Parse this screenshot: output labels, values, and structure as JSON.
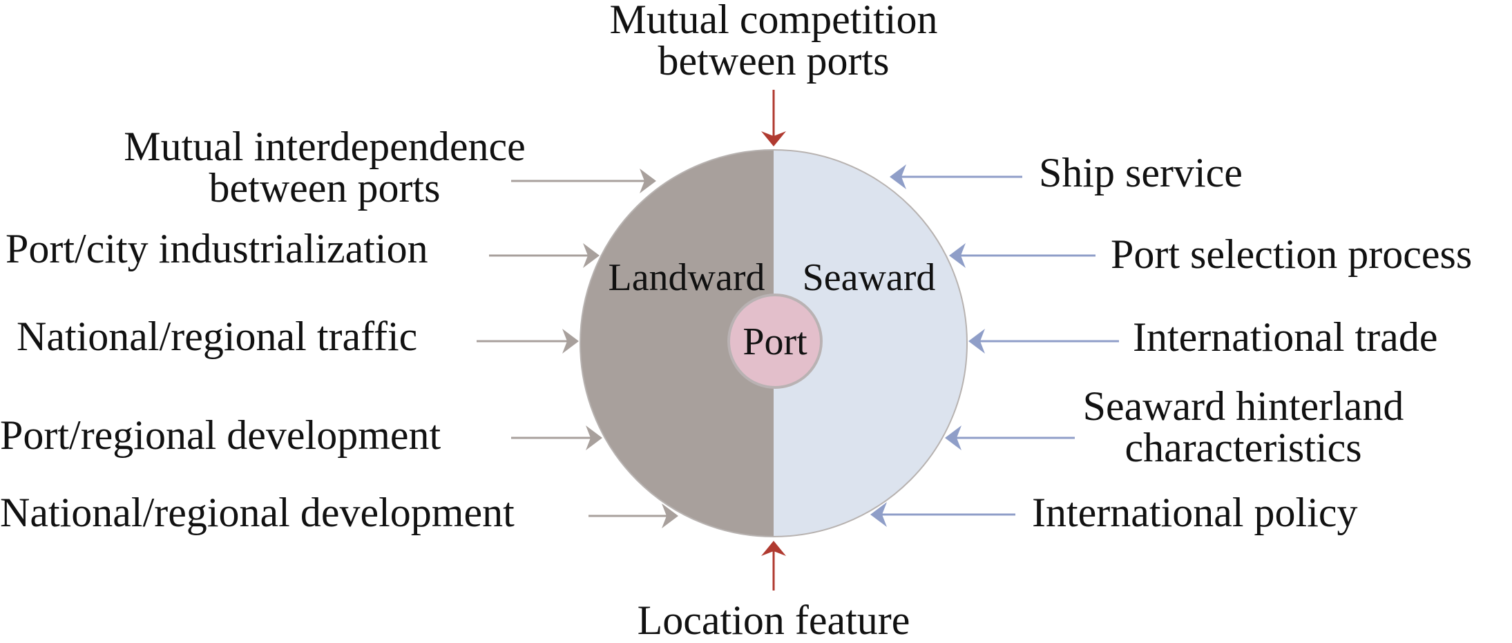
{
  "halves": {
    "landward": "Landward",
    "seaward": "Seaward"
  },
  "core": "Port",
  "top_factor": {
    "line1": "Mutual competition",
    "line2": "between ports"
  },
  "bottom_factor": "Location feature",
  "landward_factors": [
    {
      "line1": "Mutual interdependence",
      "line2": "between ports"
    },
    {
      "line1": "Port/city industrialization"
    },
    {
      "line1": "National/regional traffic"
    },
    {
      "line1": "Port/regional development"
    },
    {
      "line1": "National/regional development"
    }
  ],
  "seaward_factors": [
    {
      "line1": "Ship service"
    },
    {
      "line1": "Port selection process"
    },
    {
      "line1": "International trade"
    },
    {
      "line1": "Seaward hinterland",
      "line2": "characteristics"
    },
    {
      "line1": "International policy"
    }
  ],
  "colors": {
    "landward_fill": "#a8a09c",
    "seaward_fill": "#dce3ee",
    "port_fill": "#e3bfcb",
    "vertical_arrow": "#b03a30",
    "landward_arrow": "#a8a09c",
    "seaward_arrow": "#8f9ec8"
  }
}
